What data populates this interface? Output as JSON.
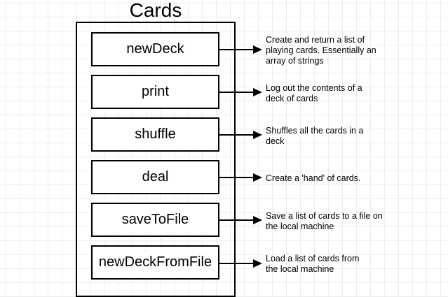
{
  "diagram": {
    "title": "Cards",
    "methods": [
      {
        "name": "newDeck",
        "description": "Create and return a list of playing cards.  Essentially an array of strings"
      },
      {
        "name": "print",
        "description": "Log out the contents of a deck of cards"
      },
      {
        "name": "shuffle",
        "description": "Shuffles all the cards in a deck"
      },
      {
        "name": "deal",
        "description": "Create a 'hand' of cards."
      },
      {
        "name": "saveToFile",
        "description": "Save a list of cards to a file on the local machine"
      },
      {
        "name": "newDeckFromFile",
        "description": "Load a list of cards from the local machine"
      }
    ]
  }
}
